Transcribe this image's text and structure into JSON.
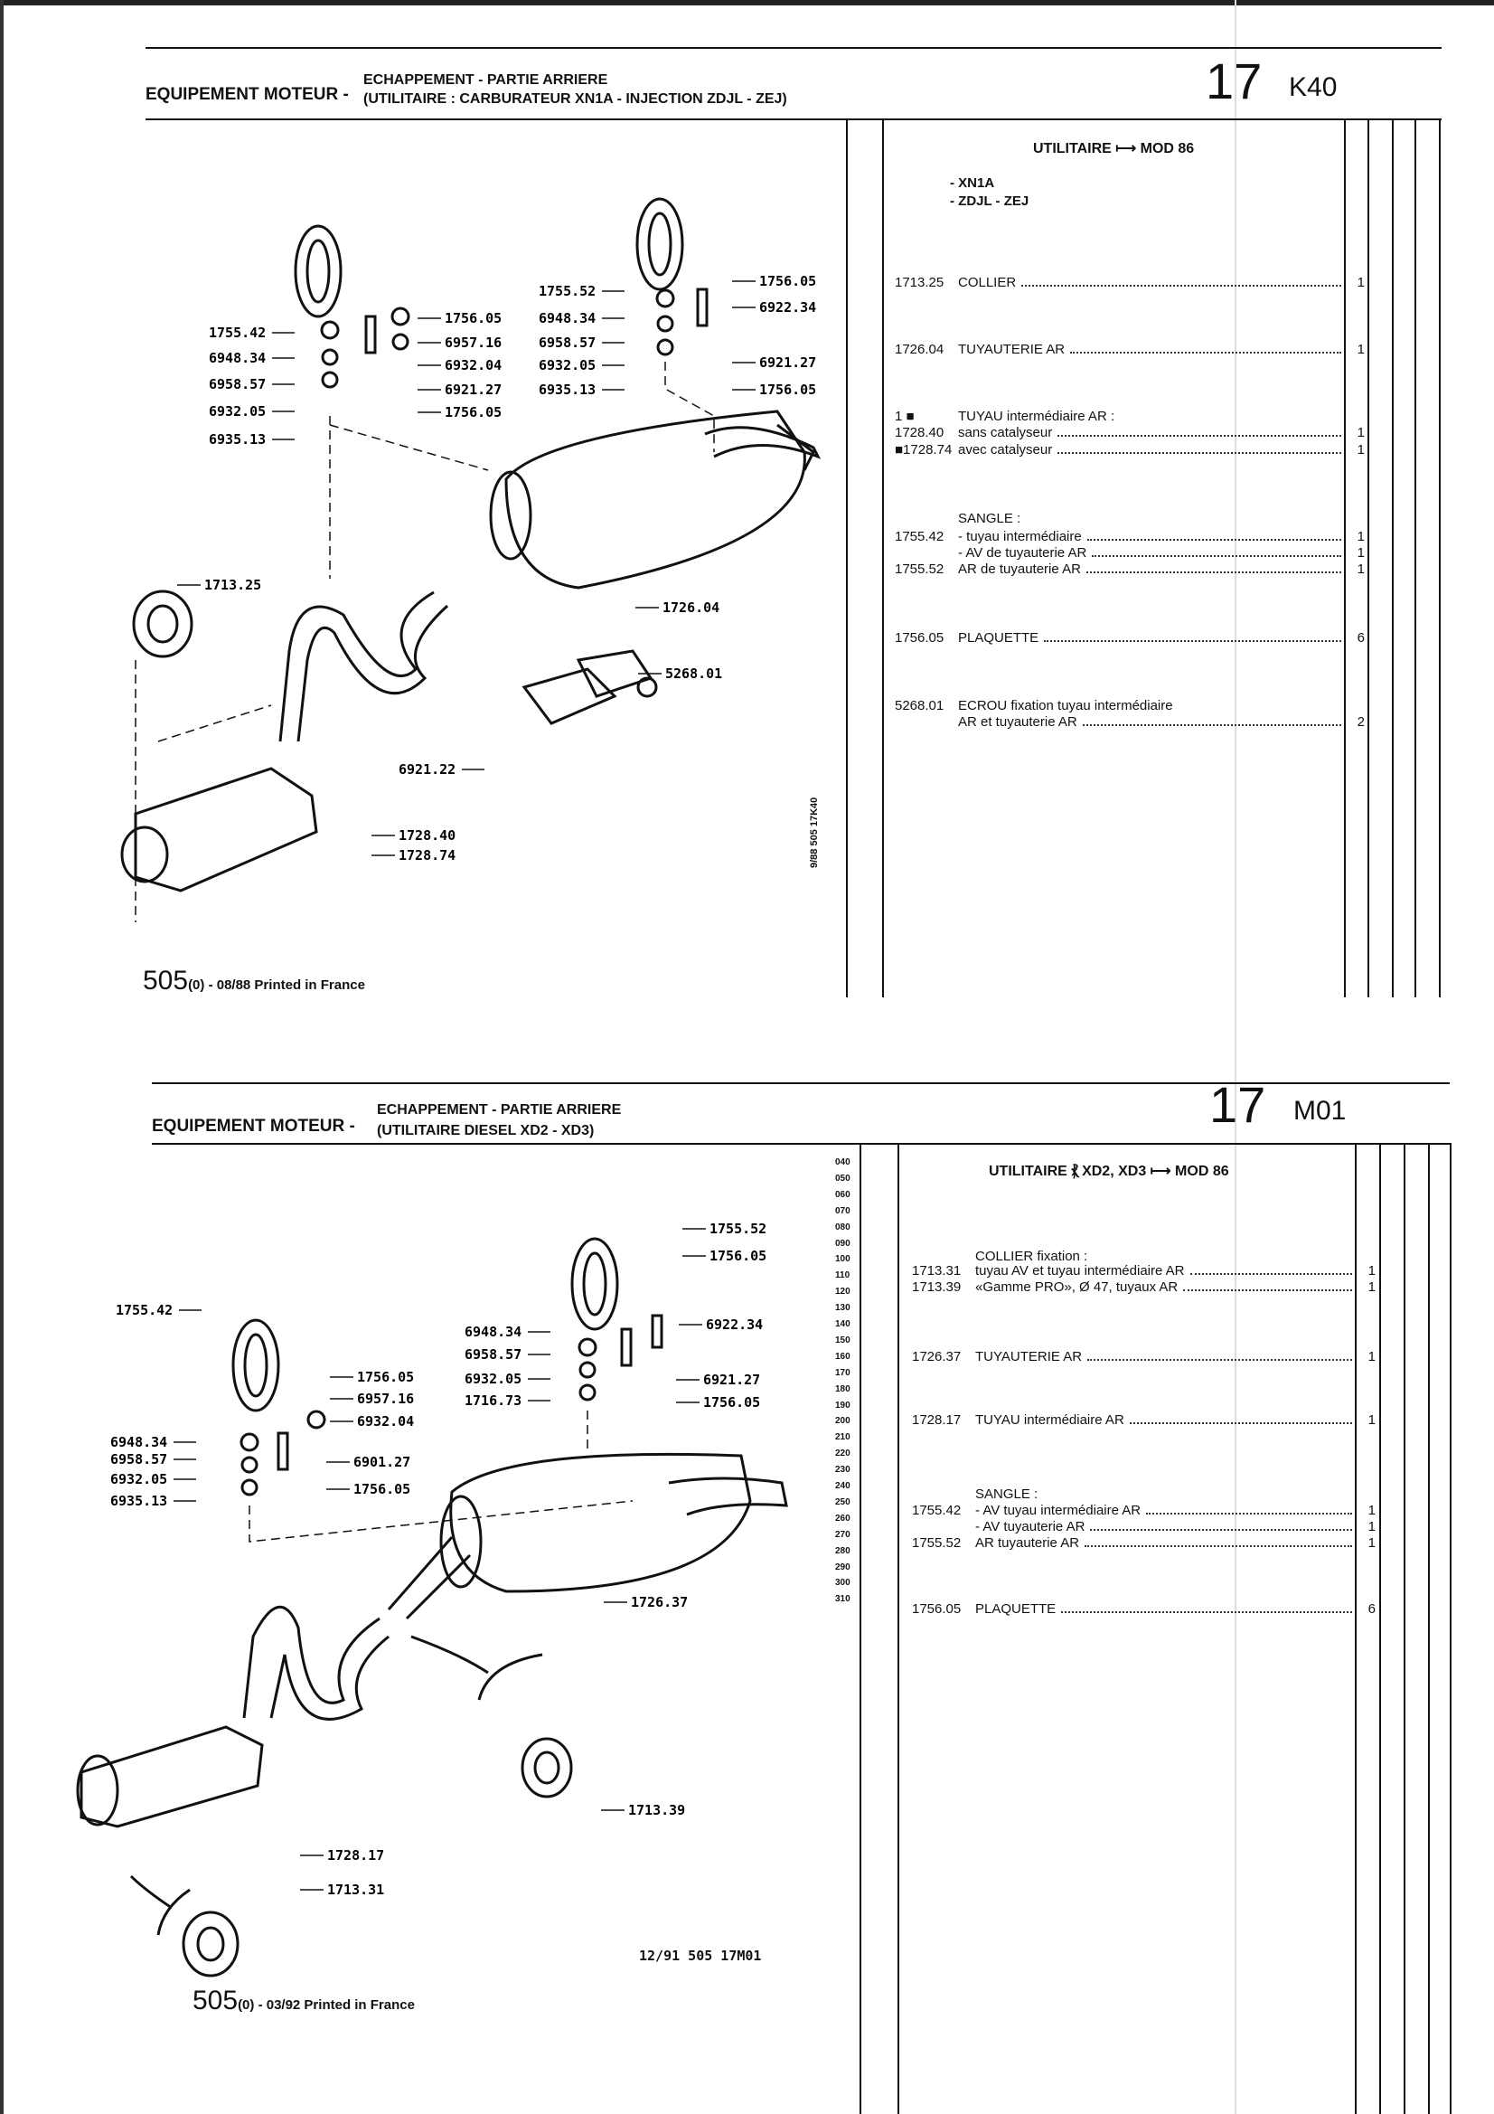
{
  "top": {
    "section": "EQUIPEMENT MOTEUR -",
    "subtitle_1": "ECHAPPEMENT - PARTIE ARRIERE",
    "subtitle_2": "(UTILITAIRE : CARBURATEUR XN1A - INJECTION ZDJL - ZEJ)",
    "group": "17",
    "code": "K40",
    "list_header": "UTILITAIRE ⟼ MOD 86",
    "engine_1": "- XN1A",
    "engine_2": "- ZDJL - ZEJ",
    "rows": [
      {
        "ref": "1713.25",
        "desc": "COLLIER",
        "qty": "1"
      },
      {
        "ref": "1726.04",
        "desc": "TUYAUTERIE AR",
        "qty": "1"
      },
      {
        "ref": "1 ■",
        "desc": "TUYAU intermédiaire AR :",
        "qty": ""
      },
      {
        "ref": "1728.40",
        "desc": "sans catalyseur",
        "qty": "1"
      },
      {
        "ref": "■1728.74",
        "desc": "avec catalyseur",
        "qty": "1"
      },
      {
        "ref": "",
        "desc": "SANGLE :",
        "qty": ""
      },
      {
        "ref": "1755.42",
        "desc": "- tuyau intermédiaire",
        "qty": "1"
      },
      {
        "ref": "",
        "desc": "- AV de tuyauterie AR",
        "qty": "1"
      },
      {
        "ref": "1755.52",
        "desc": "AR de tuyauterie AR",
        "qty": "1"
      },
      {
        "ref": "1756.05",
        "desc": "PLAQUETTE",
        "qty": "6"
      },
      {
        "ref": "5268.01",
        "desc": "ECROU fixation tuyau intermédiaire",
        "qty": ""
      },
      {
        "ref": "",
        "desc": "AR et tuyauterie AR",
        "qty": "2"
      }
    ],
    "callouts": [
      "1756.05",
      "6957.16",
      "6932.04",
      "6921.27",
      "1756.05",
      "1755.42",
      "6948.34",
      "6958.57",
      "6932.05",
      "6935.13",
      "1755.52",
      "6948.34",
      "6958.57",
      "6932.05",
      "6935.13",
      "1756.05",
      "6922.34",
      "6921.27",
      "1756.05",
      "1713.25",
      "1726.04",
      "5268.01",
      "6921.22",
      "1728.40",
      "1728.74"
    ],
    "side_ref": "9/88 505 17K40",
    "footer_num": "505",
    "footer_text": "(0) - 08/88 Printed in France"
  },
  "bottom": {
    "section": "EQUIPEMENT MOTEUR -",
    "subtitle_1": "ECHAPPEMENT - PARTIE ARRIERE",
    "subtitle_2": "(UTILITAIRE DIESEL XD2 - XD3)",
    "group": "17",
    "code": "M01",
    "list_header": "UTILITAIRE ⳩ XD2, XD3 ⟼ MOD 86",
    "line_numbers": [
      "040",
      "050",
      "060",
      "070",
      "080",
      "090",
      "100",
      "110",
      "120",
      "130",
      "140",
      "150",
      "160",
      "170",
      "180",
      "190",
      "200",
      "210",
      "220",
      "230",
      "240",
      "250",
      "260",
      "270",
      "280",
      "290",
      "300",
      "310"
    ],
    "rows": [
      {
        "ref": "",
        "desc": "COLLIER fixation :",
        "qty": ""
      },
      {
        "ref": "1713.31",
        "desc": "tuyau AV et tuyau intermédiaire AR",
        "qty": "1"
      },
      {
        "ref": "1713.39",
        "desc": "«Gamme PRO», Ø 47, tuyaux AR",
        "qty": "1"
      },
      {
        "ref": "1726.37",
        "desc": "TUYAUTERIE AR",
        "qty": "1"
      },
      {
        "ref": "1728.17",
        "desc": "TUYAU intermédiaire AR",
        "qty": "1"
      },
      {
        "ref": "",
        "desc": "SANGLE :",
        "qty": ""
      },
      {
        "ref": "1755.42",
        "desc": "- AV tuyau intermédiaire AR",
        "qty": "1"
      },
      {
        "ref": "",
        "desc": "- AV tuyauterie AR",
        "qty": "1"
      },
      {
        "ref": "1755.52",
        "desc": "AR tuyauterie AR",
        "qty": "1"
      },
      {
        "ref": "1756.05",
        "desc": "PLAQUETTE",
        "qty": "6"
      }
    ],
    "callouts": [
      "1755.52",
      "1756.05",
      "6922.34",
      "6921.27",
      "1756.05",
      "6948.34",
      "6958.57",
      "6932.05",
      "1716.73",
      "1755.42",
      "1756.05",
      "6957.16",
      "6932.04",
      "6901.27",
      "1756.05",
      "6948.34",
      "6958.57",
      "6932.05",
      "6935.13",
      "1726.37",
      "1713.39",
      "1728.17",
      "1713.31"
    ],
    "doc_ref": "12/91 505 17M01",
    "footer_num": "505",
    "footer_text": "(0) - 03/92 Printed in France"
  }
}
